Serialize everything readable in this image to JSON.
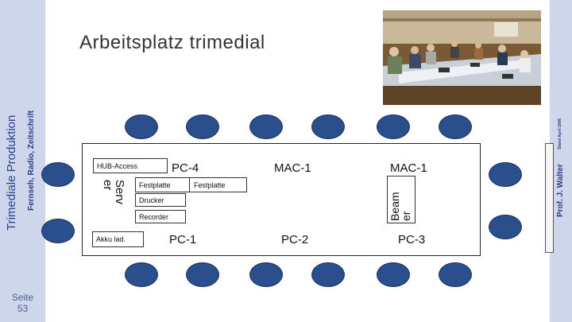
{
  "slide": {
    "title": "Arbeitsplatz trimedial",
    "side_title": "Trimediale Produktion",
    "side_subtitle": "Fernseh, Radio, Zeitschrift",
    "author": "Prof. J. Walter",
    "stand": "Stand April 2006",
    "page_label": "Seite",
    "page_number": "53"
  },
  "layout_labels": {
    "hub": "HUB-Access",
    "festplatte_1": "Festplatte",
    "festplatte_2": "Festplatte",
    "drucker": "Drucker",
    "recorder": "Recorder",
    "akku": "Akku lad.",
    "server_line1": "Serv",
    "server_line2": "er",
    "beamer_line1": "Beam",
    "beamer_line2": "er",
    "pc4": "PC-4",
    "mac1_a": "MAC-1",
    "mac1_b": "MAC-1",
    "pc1": "PC-1",
    "pc2": "PC-2",
    "pc3": "PC-3"
  },
  "colors": {
    "band": "#cdd6ea",
    "chair": "#2b4e8c",
    "accent_text": "#2c3e8c"
  }
}
